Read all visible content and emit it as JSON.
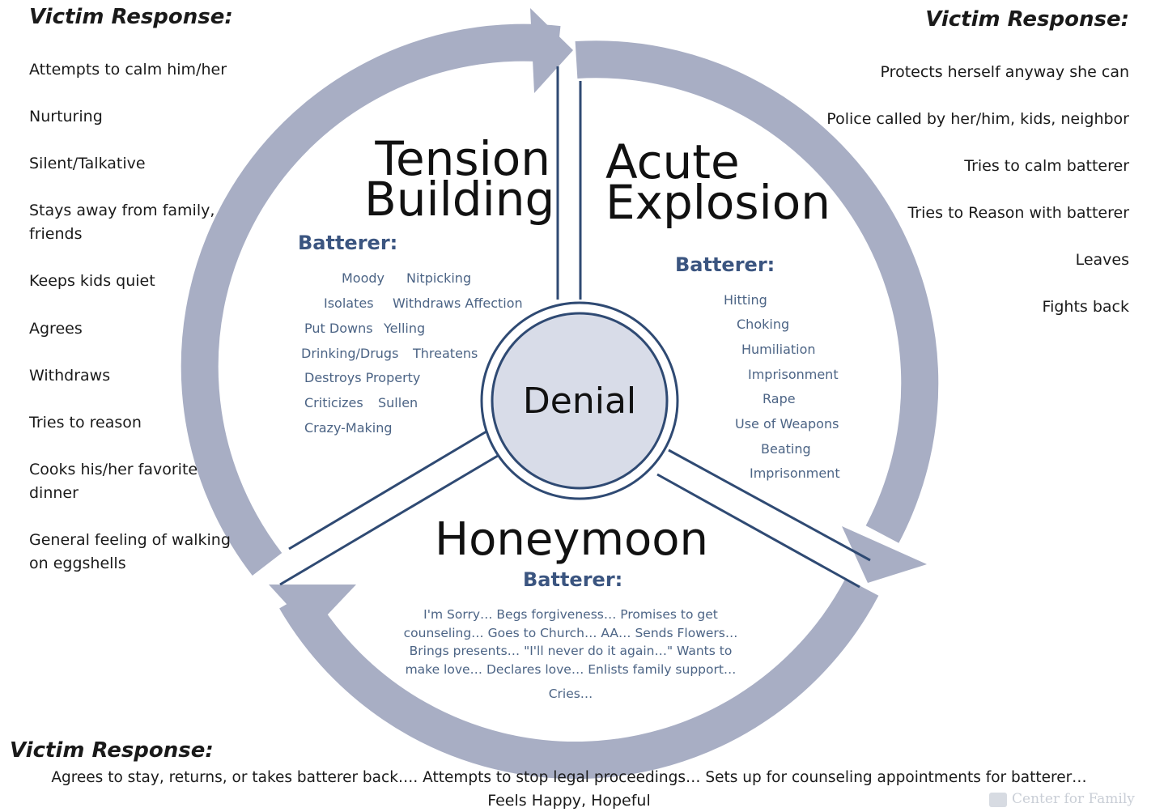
{
  "victim_left": {
    "title": "Victim Response:",
    "items": [
      "Attempts to calm him/her",
      "Nurturing",
      "Silent/Talkative",
      "Stays away from family, friends",
      "Keeps kids quiet",
      "Agrees",
      "Withdraws",
      "Tries to reason",
      "Cooks his/her favorite dinner",
      "General feeling of walking on eggshells"
    ]
  },
  "victim_right": {
    "title": "Victim Response:",
    "items": [
      "Protects herself anyway she can",
      "Police called by her/him, kids, neighbor",
      "Tries to calm batterer",
      "Tries to Reason with batterer",
      "Leaves",
      "Fights back"
    ]
  },
  "victim_bottom": {
    "title": "Victim Response:",
    "line1": "Agrees to stay, returns, or takes batterer back…. Attempts to stop legal proceedings… Sets up for counseling appointments for batterer…",
    "line2": "Feels Happy, Hopeful"
  },
  "center": {
    "label": "Denial"
  },
  "tension": {
    "title_line1": "Tension",
    "title_line2": "Building",
    "batterer_label": "Batterer:",
    "words": [
      "Moody",
      "Nitpicking",
      "Isolates",
      "Withdraws Affection",
      "Put Downs",
      "Yelling",
      "Drinking/Drugs",
      "Threatens",
      "Destroys Property",
      "Criticizes",
      "Sullen",
      "Crazy-Making"
    ]
  },
  "acute": {
    "title_line1": "Acute",
    "title_line2": "Explosion",
    "batterer_label": "Batterer:",
    "words": [
      "Hitting",
      "Choking",
      "Humiliation",
      "Imprisonment",
      "Rape",
      "Use of Weapons",
      "Beating",
      "Imprisonment"
    ]
  },
  "honeymoon": {
    "title": "Honeymoon",
    "batterer_label": "Batterer:",
    "lines": [
      "I'm Sorry… Begs forgiveness… Promises to get",
      "counseling… Goes to Church… AA… Sends Flowers…",
      "Brings presents… \"I'll never do it again…\"  Wants to",
      "make love… Declares love… Enlists family support…"
    ],
    "last": "Cries…"
  },
  "watermark": {
    "text": "Center for Family"
  },
  "colors": {
    "ring": "#a8aec4",
    "ring_dark": "#9aa2ba",
    "divider": "#2f4a73",
    "circle_fill": "#d8dce8",
    "batterer_text": "#4c6485"
  }
}
